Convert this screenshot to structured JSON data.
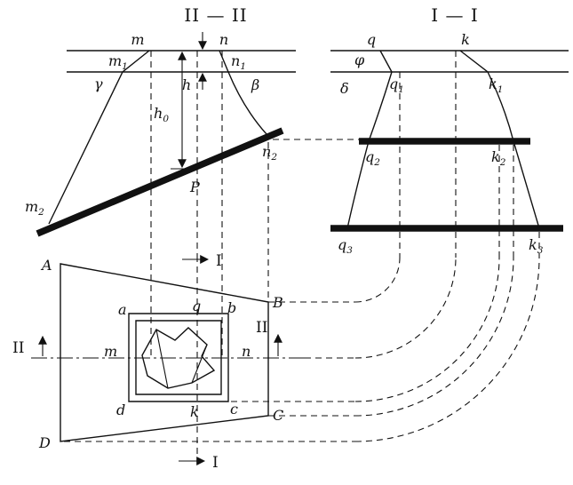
{
  "section_ii": {
    "title": "II — II",
    "labels": {
      "m": {
        "base": "m"
      },
      "n": {
        "base": "n"
      },
      "m1": {
        "base": "m",
        "sub": "1"
      },
      "n1": {
        "base": "n",
        "sub": "1"
      },
      "m2": {
        "base": "m",
        "sub": "2"
      },
      "n2": {
        "base": "n",
        "sub": "2"
      },
      "gamma": {
        "base": "γ"
      },
      "beta": {
        "base": "β"
      },
      "h": {
        "base": "h"
      },
      "h0": {
        "base": "h",
        "sub": "0"
      },
      "P": {
        "base": "P"
      }
    }
  },
  "section_i": {
    "title": "I — I",
    "labels": {
      "q": {
        "base": "q"
      },
      "k": {
        "base": "k"
      },
      "q1": {
        "base": "q",
        "sub": "1"
      },
      "k1": {
        "base": "k",
        "sub": "1"
      },
      "q2": {
        "base": "q",
        "sub": "2"
      },
      "k2": {
        "base": "k",
        "sub": "2"
      },
      "q3": {
        "base": "q",
        "sub": "3"
      },
      "k3": {
        "base": "k",
        "sub": "3"
      },
      "phi": {
        "base": "φ"
      },
      "delta": {
        "base": "δ"
      }
    }
  },
  "plan": {
    "labels": {
      "A": {
        "base": "A"
      },
      "B": {
        "base": "B"
      },
      "C": {
        "base": "C"
      },
      "D": {
        "base": "D"
      },
      "a": {
        "base": "a"
      },
      "b": {
        "base": "b"
      },
      "c": {
        "base": "c"
      },
      "d": {
        "base": "d"
      },
      "q": {
        "base": "q"
      },
      "k": {
        "base": "k"
      },
      "m": {
        "base": "m"
      },
      "n": {
        "base": "n"
      }
    },
    "marks": {
      "i_top": "I",
      "i_bottom": "I",
      "ii_left": "II",
      "ii_right": "II"
    }
  },
  "colors": {
    "ink": "#111111",
    "paper": "#ffffff"
  }
}
